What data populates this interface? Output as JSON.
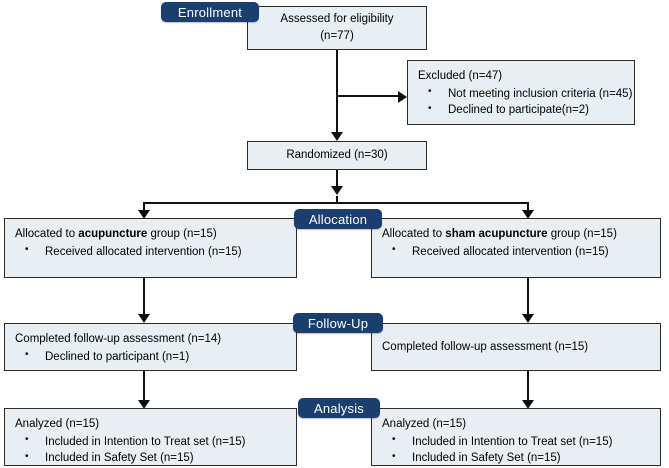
{
  "diagram": {
    "title": "CONSORT participant flow diagram",
    "colors": {
      "banner_background": "#1a3f6f",
      "banner_text": "#ffffff",
      "box_background": "#e9eef2",
      "box_border": "#2b2b2b",
      "connector": "#111111",
      "page_background": "#ffffff"
    }
  },
  "banners": [
    {
      "id": "enrollment",
      "label": "Enrollment"
    },
    {
      "id": "allocation",
      "label": "Allocation"
    },
    {
      "id": "followup",
      "label": "Follow-Up"
    },
    {
      "id": "analysis",
      "label": "Analysis"
    }
  ],
  "boxes": {
    "assessed": {
      "line1": "Assessed for eligibility",
      "line2": "(n=77)"
    },
    "excluded": {
      "heading": "Excluded (n=47)",
      "bullets": [
        "Not meeting inclusion criteria (n=45)",
        "Declined to participate(n=2)"
      ]
    },
    "randomized": {
      "line1": "Randomized (n=30)"
    },
    "allocated_acupuncture": {
      "heading_pre": "Allocated to ",
      "heading_strong": "acupuncture",
      "heading_post": " group (n=15)",
      "bullets": [
        "Received allocated intervention (n=15)"
      ]
    },
    "allocated_sham": {
      "heading_pre": "Allocated to ",
      "heading_strong": "sham acupuncture",
      "heading_post": " group (n=15)",
      "bullets": [
        "Received allocated intervention (n=15)"
      ]
    },
    "followup_left": {
      "heading": "Completed follow-up assessment (n=14)",
      "bullets": [
        "Declined to participant (n=1)"
      ]
    },
    "followup_right": {
      "heading": "Completed follow-up assessment (n=15)",
      "bullets": []
    },
    "analysis_left": {
      "heading": "Analyzed (n=15)",
      "bullets": [
        "Included in Intention to Treat set (n=15)",
        "Included in Safety Set (n=15)"
      ]
    },
    "analysis_right": {
      "heading": "Analyzed (n=15)",
      "bullets": [
        "Included in Intention to Treat set (n=15)",
        "Included in Safety Set (n=15)"
      ]
    }
  }
}
